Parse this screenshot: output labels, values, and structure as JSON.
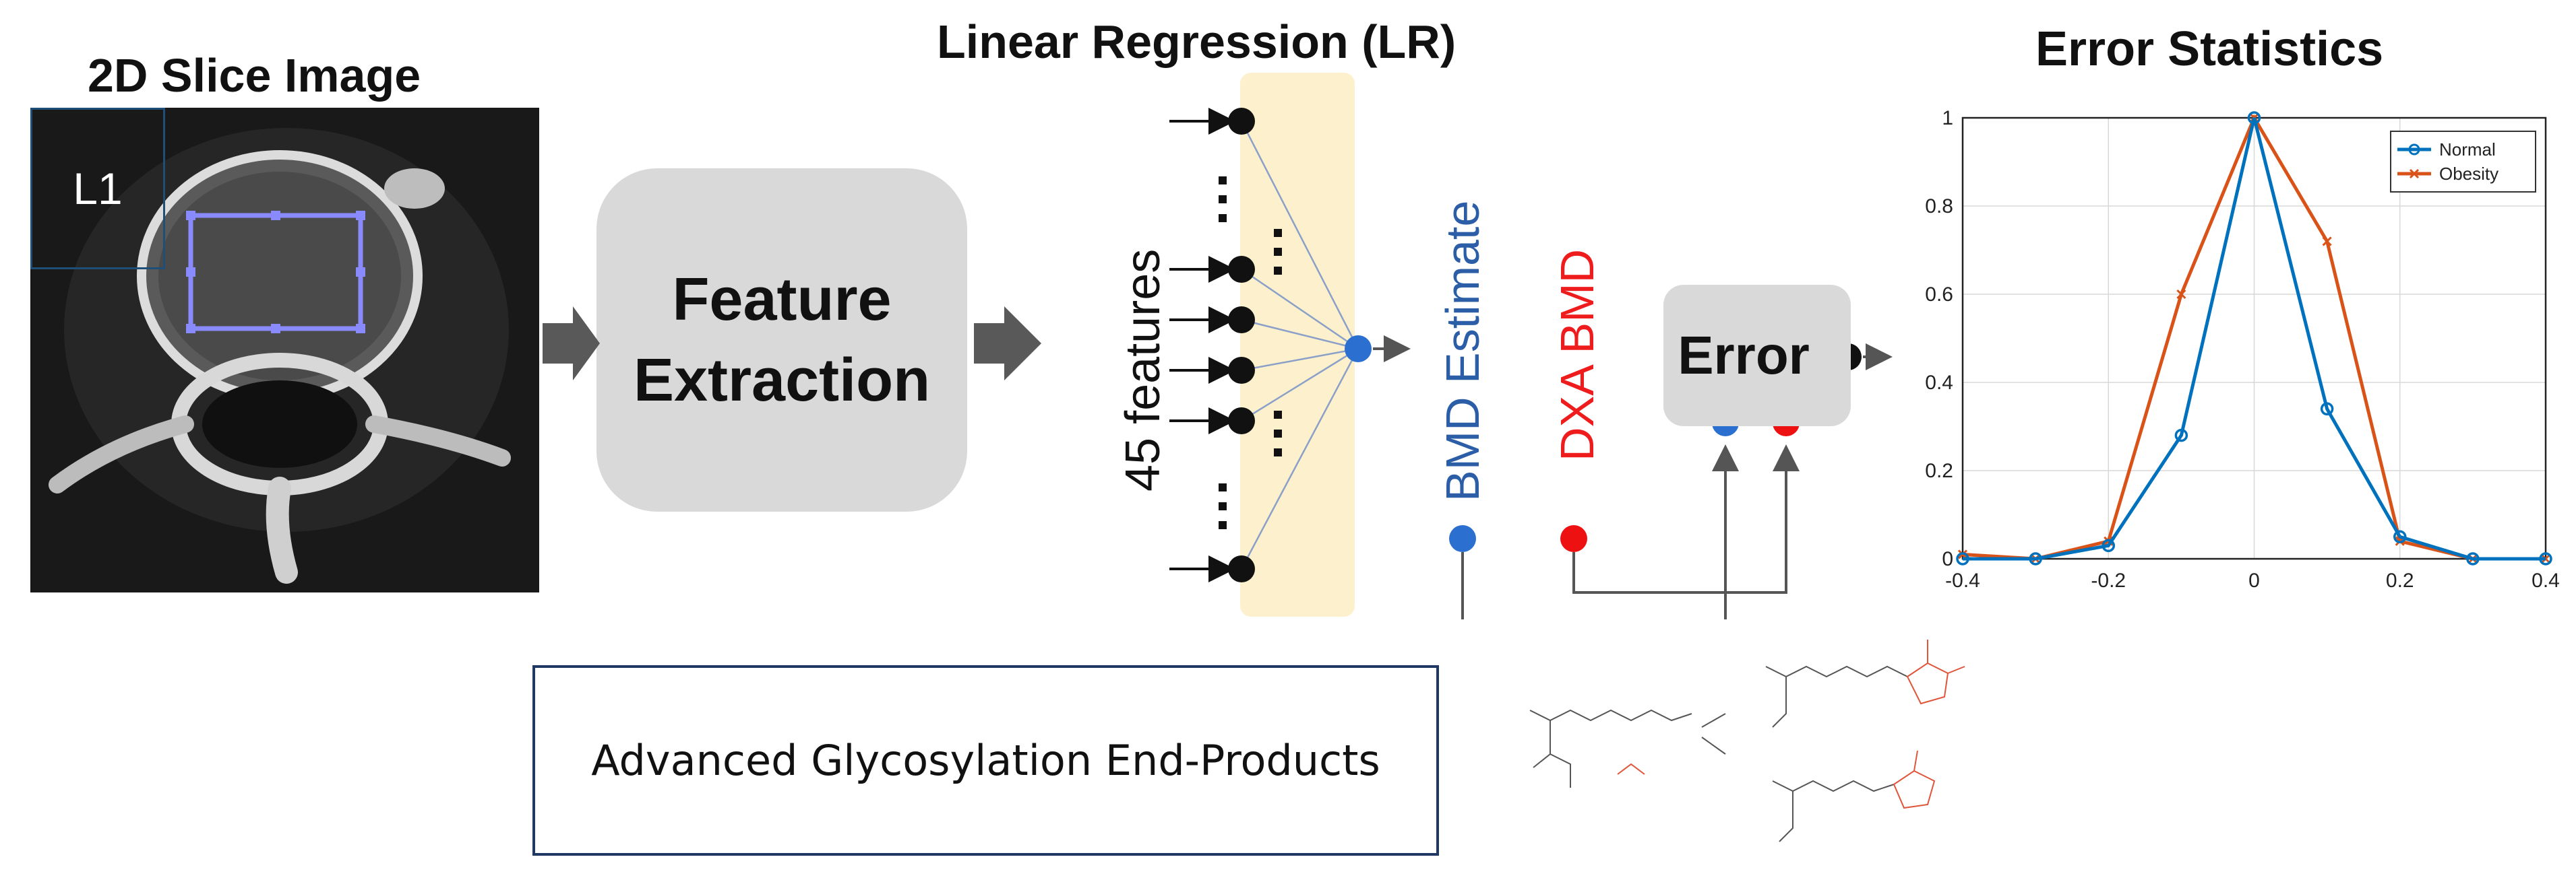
{
  "titles": {
    "slice": "2D Slice Image",
    "lr": "Linear Regression (LR)",
    "error_stats": "Error Statistics"
  },
  "ct": {
    "vertebra_label": "L1"
  },
  "feature_box": {
    "line1": "Feature",
    "line2": "Extraction"
  },
  "lr": {
    "features_label": "45 features"
  },
  "labels": {
    "bmd_estimate": "BMD Estimate",
    "dxa_bmd": "DXA BMD"
  },
  "error_box": {
    "label": "Error"
  },
  "age_box": {
    "label": "Advanced Glycosylation End-Products"
  },
  "colors": {
    "normal": "#0072bd",
    "obesity": "#d95319",
    "bmd_blue": "#2b5ea7",
    "dxa_red": "#ee1c1c"
  },
  "chart_data": {
    "type": "line",
    "x": [
      -0.4,
      -0.3,
      -0.2,
      -0.1,
      0,
      0.1,
      0.2,
      0.3,
      0.4
    ],
    "series": [
      {
        "name": "Normal",
        "marker": "circle",
        "values": [
          0,
          0,
          0.03,
          0.28,
          1,
          0.34,
          0.05,
          0,
          0
        ]
      },
      {
        "name": "Obesity",
        "marker": "x",
        "values": [
          0.01,
          0,
          0.04,
          0.6,
          1,
          0.72,
          0.04,
          0,
          0
        ]
      }
    ],
    "xlim": [
      -0.4,
      0.4
    ],
    "ylim": [
      0,
      1
    ],
    "xticks": [
      "-0.4",
      "-0.2",
      "0",
      "0.2",
      "0.4"
    ],
    "yticks": [
      "0",
      "0.2",
      "0.4",
      "0.6",
      "0.8",
      "1"
    ],
    "grid": true,
    "legend": "top-right"
  }
}
